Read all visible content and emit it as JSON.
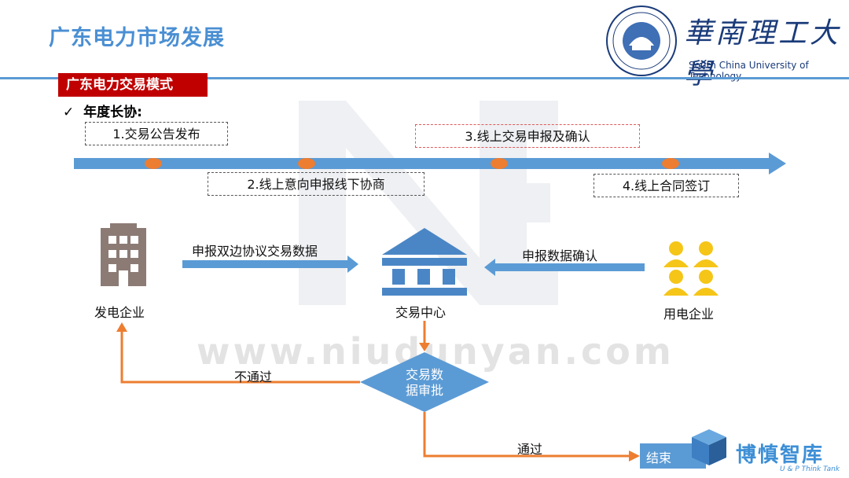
{
  "title": "广东电力市场发展",
  "university": {
    "name_cn": "華南理工大學",
    "name_en": "South China University of Technology"
  },
  "section": {
    "tag": "广东电力交易模式",
    "bullet_mark": "✓",
    "bullet": "年度长协:"
  },
  "timeline_steps": [
    {
      "label": "1.交易公告发布"
    },
    {
      "label": "2.线上意向申报线下协商"
    },
    {
      "label": "3.线上交易申报及确认"
    },
    {
      "label": "4.线上合同签订"
    }
  ],
  "flow": {
    "generator": "发电企业",
    "exchange": "交易中心",
    "consumer": "用电企业",
    "arrow_left_label": "申报双边协议交易数据",
    "arrow_right_label": "申报数据确认",
    "decision_line1": "交易数",
    "decision_line2": "据审批",
    "reject_label": "不通过",
    "pass_label": "通过",
    "end_label": "结束"
  },
  "watermark": "www.niudunyan.com",
  "brand": {
    "name": "博慎智库",
    "sub": "U & P Think Tank"
  },
  "colors": {
    "accent": "#4a8fd3",
    "red": "#c00000",
    "orange": "#ed7d31",
    "blue_fill": "#5b9bd5",
    "yellow": "#f5c518"
  }
}
